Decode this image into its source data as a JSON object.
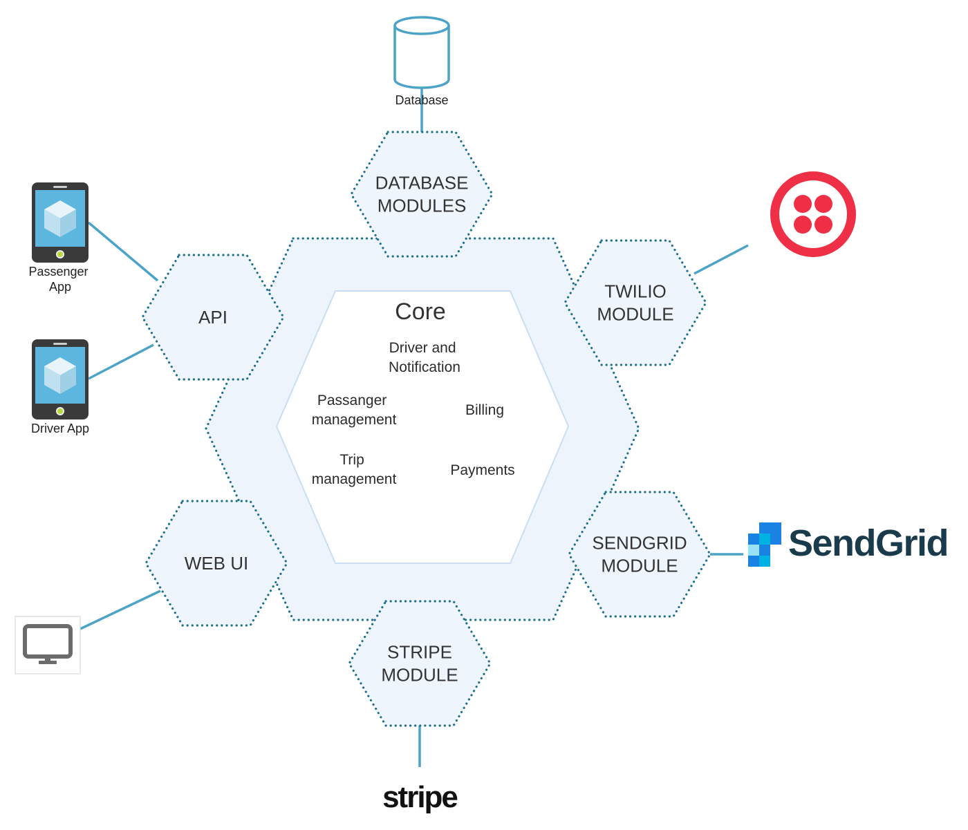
{
  "colors": {
    "ring_fill": "#edf4fc",
    "hex_fill": "#eef5fd",
    "dotted_stroke": "#1f6f8f",
    "connector": "#4ba3c7",
    "core_stroke": "#c9def2",
    "twilio_red": "#ef2f45",
    "sendgrid_blue": "#1a82e2",
    "sendgrid_text": "#1a3b4c",
    "phone_body": "#3a3a3a",
    "phone_screen": "#5db6dd",
    "phone_button": "#b6d83a"
  },
  "core": {
    "title": "Core",
    "items": {
      "driver_notification": [
        "Driver and",
        "Notification"
      ],
      "passenger_management": [
        "Passanger",
        "management"
      ],
      "billing": [
        "Billing"
      ],
      "trip_management": [
        "Trip",
        "management"
      ],
      "payments": [
        "Payments"
      ]
    }
  },
  "modules": {
    "database": [
      "DATABASE",
      "MODULES"
    ],
    "twilio": [
      "TWILIO",
      "MODULE"
    ],
    "api": [
      "API"
    ],
    "sendgrid": [
      "SENDGRID",
      "MODULE"
    ],
    "web_ui": [
      "WEB UI"
    ],
    "stripe": [
      "STRIPE",
      "MODULE"
    ]
  },
  "externals": {
    "database": {
      "label": "Database",
      "icon": "database-cylinder-icon"
    },
    "passenger_app": {
      "label": [
        "Passenger",
        "App"
      ],
      "icon": "smartphone-icon"
    },
    "driver_app": {
      "label": [
        "Driver App"
      ],
      "icon": "smartphone-icon"
    },
    "web_client": {
      "icon": "monitor-icon"
    },
    "twilio": {
      "icon": "twilio-logo"
    },
    "sendgrid": {
      "logo_text": "SendGrid",
      "icon": "sendgrid-logo"
    },
    "stripe": {
      "logo_text": "stripe",
      "icon": "stripe-logo"
    }
  }
}
